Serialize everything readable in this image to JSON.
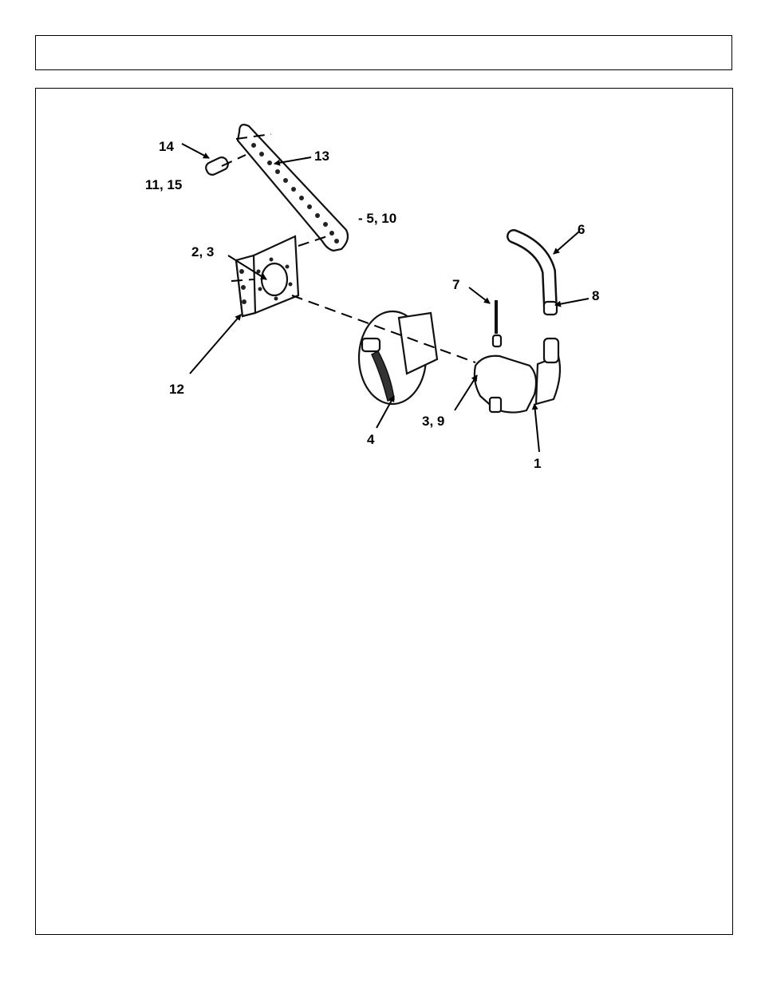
{
  "header": {
    "title": ""
  },
  "diagram": {
    "background": "#ffffff",
    "callouts": {
      "c1": "1",
      "c2_3": "2, 3",
      "c3_9": "3, 9",
      "c4": "4",
      "c5_10": "- 5, 10",
      "c6": "6",
      "c7": "7",
      "c8": "8",
      "c11_15": "11, 15",
      "c12": "12",
      "c13": "13",
      "c14": "14"
    }
  }
}
